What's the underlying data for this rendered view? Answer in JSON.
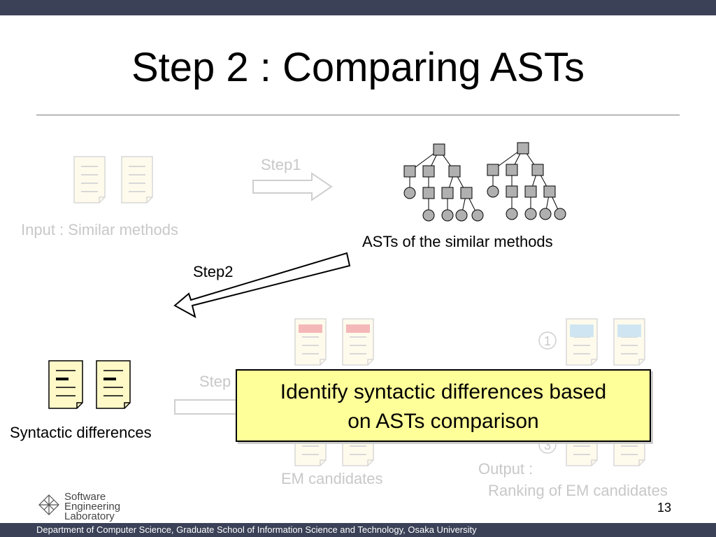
{
  "slide": {
    "title": "Step 2 : Comparing ASTs",
    "page_number": "13"
  },
  "diagram": {
    "input_label": "Input : Similar methods",
    "step1_label": "Step1",
    "asts_label": "ASTs of the similar methods",
    "step2_label": "Step2",
    "syntactic_label": "Syntactic differences",
    "step3_label": "Step",
    "em_candidates_label": "EM candidates",
    "output_label_line1": "Output :",
    "output_label_line2": "Ranking of  EM candidates",
    "rank_1": "1",
    "rank_3": "3"
  },
  "callout": {
    "line1": "Identify syntactic differences based",
    "line2": "on ASTs comparison"
  },
  "footer": {
    "logo_line1": "Software",
    "logo_line2": "Engineering",
    "logo_line3": "Laboratory",
    "department": "Department of Computer Science, Graduate School of Information Science and Technology, Osaka University"
  },
  "colors": {
    "bar": "#3b4157",
    "callout_fill": "#ffff99",
    "doc_fill": "#fffbe0",
    "faded": "#c8c8c8",
    "red_band": "#f4b8b8",
    "blue_band": "#cfe6f2",
    "node_fill": "#b0b0b0"
  }
}
